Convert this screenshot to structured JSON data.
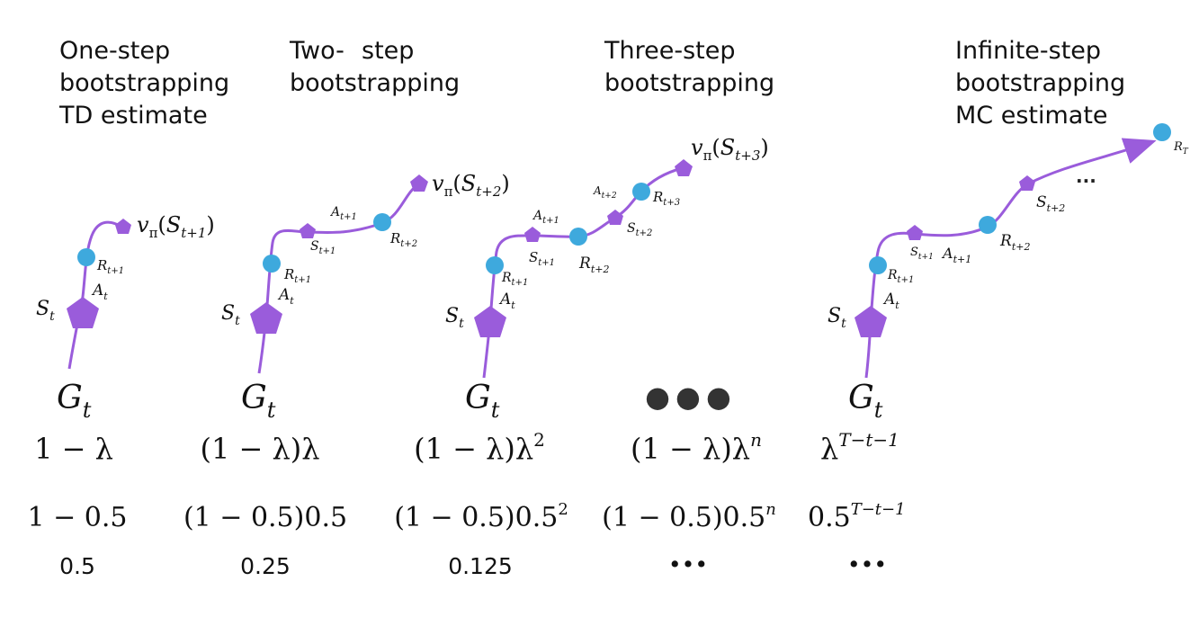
{
  "columns": [
    {
      "title_lines": [
        "One-step",
        "bootstrapping",
        "TD estimate"
      ],
      "node_labels": {
        "s": "S",
        "s_sub": "t",
        "a": "A",
        "a_sub": "t",
        "r": "R",
        "r_sub": "t+1"
      },
      "value_label": {
        "pre": "v",
        "pi": "π",
        "s": "S",
        "sub": "t+1"
      },
      "g_label": {
        "main": "G",
        "sub": "t"
      },
      "weight_formula": "1 − λ",
      "numeric_formula": "1 − 0.5",
      "value": "0.5"
    },
    {
      "title_lines": [
        "Two-",
        "step",
        "bootstrapping"
      ],
      "node_labels": {
        "s": "S",
        "s_sub": "t",
        "a": "A",
        "a_sub": "t",
        "r": "R",
        "r_sub": "t+1",
        "s2": "S",
        "s2_sub": "t+1",
        "a2": "A",
        "a2_sub": "t+1",
        "r2": "R",
        "r2_sub": "t+2"
      },
      "value_label": {
        "pre": "v",
        "pi": "π",
        "s": "S",
        "sub": "t+2"
      },
      "g_label": {
        "main": "G",
        "sub": "t"
      },
      "weight_formula": "(1 − λ)λ",
      "numeric_formula": "(1 − 0.5)0.5",
      "value": "0.25"
    },
    {
      "title_lines": [
        "Three-step",
        "bootstrapping"
      ],
      "node_labels": {
        "s": "S",
        "s_sub": "t",
        "a": "A",
        "a_sub": "t",
        "r": "R",
        "r_sub": "t+1",
        "s2": "S",
        "s2_sub": "t+1",
        "a2": "A",
        "a2_sub": "t+1",
        "r2": "R",
        "r2_sub": "t+2",
        "s3": "S",
        "s3_sub": "t+2",
        "a3": "A",
        "a3_sub": "t+2",
        "r3": "R",
        "r3_sub": "t+3"
      },
      "value_label": {
        "pre": "v",
        "pi": "π",
        "s": "S",
        "sub": "t+3"
      },
      "g_label": {
        "main": "G",
        "sub": "t"
      },
      "weight_formula": {
        "base": "(1 − λ)λ",
        "exp": "2"
      },
      "numeric_formula": {
        "base": "(1 − 0.5)0.5",
        "exp": "2"
      },
      "value": "0.125"
    },
    {
      "dots": "●●●",
      "weight_formula": {
        "base": "(1 − λ)λ",
        "exp": "n"
      },
      "numeric_formula": {
        "base": "(1 − 0.5)0.5",
        "exp": "n"
      },
      "value": "•••"
    },
    {
      "title_lines": [
        "Infinite-step",
        "bootstrapping",
        "MC estimate"
      ],
      "node_labels": {
        "s": "S",
        "s_sub": "t",
        "a": "A",
        "a_sub": "t",
        "r": "R",
        "r_sub": "t+1",
        "s2": "S",
        "s2_sub": "t+1",
        "a2": "A",
        "a2_sub": "t+1",
        "r2": "R",
        "r2_sub": "t+2",
        "s3": "S",
        "s3_sub": "t+2",
        "ellipsis": "...",
        "rT": "R",
        "rT_sub": "T"
      },
      "g_label": {
        "main": "G",
        "sub": "t"
      },
      "weight_formula": {
        "base": "λ",
        "exp": "T−t−1"
      },
      "numeric_formula": {
        "base": "0.5",
        "exp": "T−t−1"
      },
      "value": "•••"
    }
  ],
  "colors": {
    "state": "#9a5cdb",
    "reward": "#3ea9dd",
    "path": "#9a5cdb"
  }
}
